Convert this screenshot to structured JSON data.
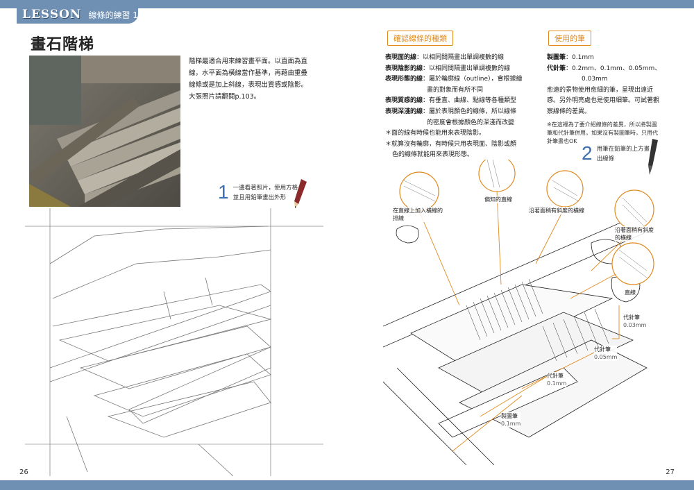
{
  "header": {
    "lesson": "LESSON",
    "subtitle": "線條的練習 1"
  },
  "left_page": {
    "title": "畫石階梯",
    "intro": [
      "階梯最適合用來練習畫平面。以直面為直",
      "線，水平面為橫線當作基準，再藉由重疊",
      "線條或是加上斜線，表現出質感或陰影。",
      "大張照片請翻閱p.103。"
    ],
    "step1": {
      "num": "1",
      "lines": [
        "一邊看著照片，使用方格",
        "並且用鉛筆畫出外形"
      ]
    },
    "page_number": "26"
  },
  "right_page": {
    "label_types": "確認線條的種類",
    "label_pens": "使用的筆",
    "definitions": [
      {
        "term": "表現面的線",
        "text": "：以相同間隔畫出單調複數的線"
      },
      {
        "term": "表現陰影的線",
        "text": "：以相同間隔畫出單調複數的線"
      },
      {
        "term": "表現形態的線",
        "text": "：屬於輪廓線（outline），會根據繪"
      },
      {
        "term": "",
        "text": "畫的對象而有所不同"
      },
      {
        "term": "表現質感的線",
        "text": "：有垂直、曲線、點線等各種類型"
      },
      {
        "term": "表現深淺的線",
        "text": "：屬於表現顏色的線條，所以線條"
      },
      {
        "term": "",
        "text": "的密度會根據顏色的深淺而改變"
      },
      {
        "term": "",
        "text": "＊面的線有時候也能用來表現陰影。"
      },
      {
        "term": "",
        "text": "＊就算沒有輪廓，有時候只用表現面、陰影或顏"
      },
      {
        "term": "",
        "text": "色的線條就能用來表現形態。"
      }
    ],
    "pens": {
      "drafting_label": "製圖筆",
      "drafting_value": "：0.1mm",
      "needle_label": "代針筆",
      "needle_value": "：0.2mm、0.1mm、0.05mm、",
      "needle_value2": "0.03mm",
      "tip": [
        "愈遠的景物使用愈細的筆，呈現出遠近",
        "感。另外明亮處也是使用細筆。可試著觀",
        "察線條的差異。"
      ],
      "note": [
        "※在這裡為了要介紹線條的差異，所以將製圖",
        "筆和代針筆併用，如果沒有製圖筆時，只用代",
        "針筆畫也OK"
      ]
    },
    "step2": {
      "num": "2",
      "lines": [
        "用筆在鉛筆的上方畫",
        "出線條"
      ]
    },
    "annotations": {
      "a1": [
        "在直線上加入橫線的",
        "排線"
      ],
      "a2": "偏知的直線",
      "a3": "沿著面稍有斜度的橫線",
      "a4": [
        "沿著面稍有斜度",
        "的橫線"
      ],
      "a5": "直線"
    },
    "pen_labels": [
      {
        "name": "代針筆",
        "size": "0.03mm"
      },
      {
        "name": "代針筆",
        "size": "0.05mm"
      },
      {
        "name": "代針筆",
        "size": "0.1mm"
      },
      {
        "name": "製圖筆",
        "size": "0.1mm"
      }
    ],
    "page_number": "27"
  },
  "colors": {
    "accent_blue": "#6f8fb3",
    "accent_orange": "#e08a1e"
  }
}
